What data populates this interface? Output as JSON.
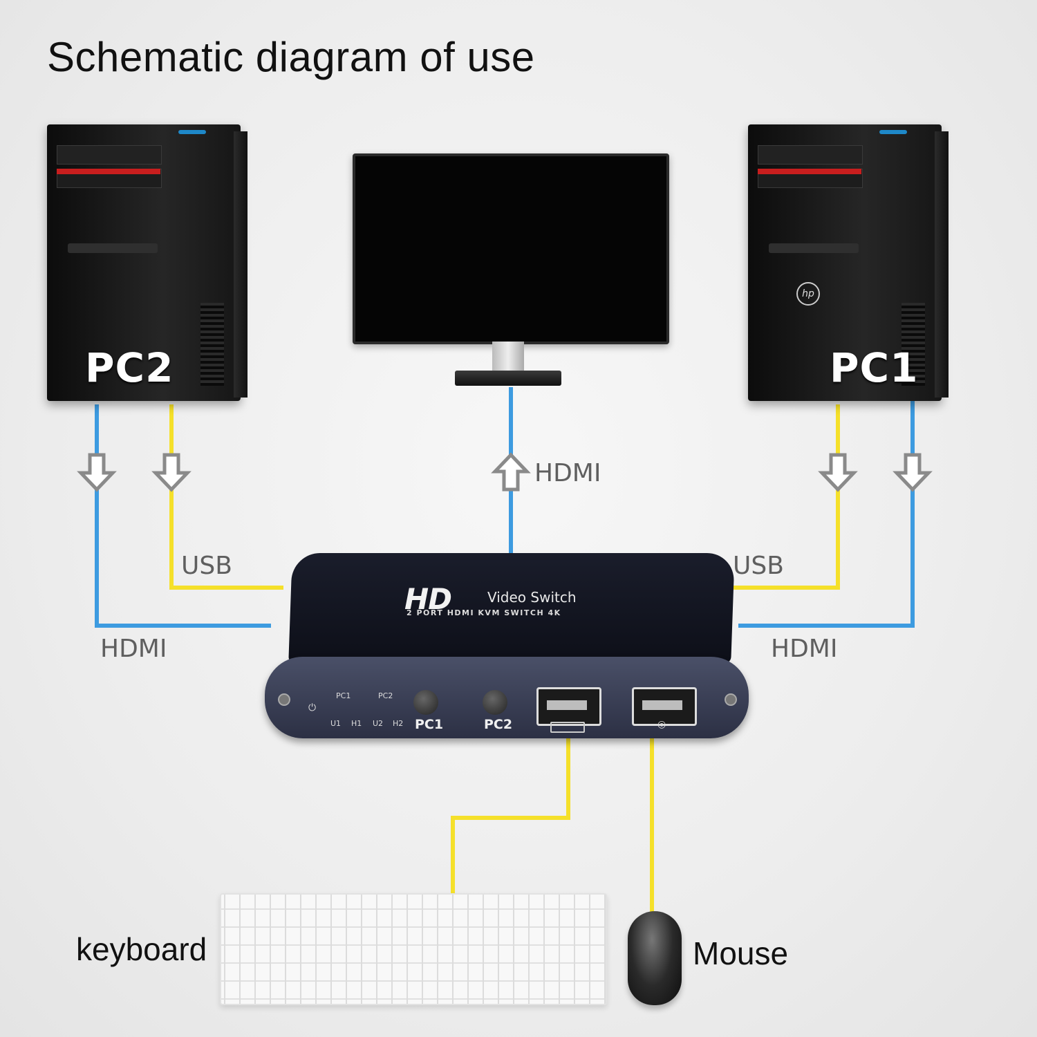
{
  "title": "Schematic diagram of use",
  "pc_left": {
    "badge": "PC2"
  },
  "pc_right": {
    "badge": "PC1",
    "logo": "hp"
  },
  "labels": {
    "hdmi_top": "HDMI",
    "usb_left": "USB",
    "hdmi_left": "HDMI",
    "usb_right": "USB",
    "hdmi_right": "HDMI",
    "keyboard": "keyboard",
    "mouse": "Mouse"
  },
  "kvm": {
    "logo": "HD",
    "name": "Video Switch",
    "model": "2 PORT HDMI KVM SWITCH 4K",
    "led_pc1": "PC1",
    "led_pc2": "PC2",
    "led_u1": "U1",
    "led_h1": "H1",
    "led_u2": "U2",
    "led_h2": "H2",
    "button_pc1": "PC1",
    "button_pc2": "PC2"
  },
  "colors": {
    "hdmi_cable": "#3d9be0",
    "usb_cable": "#f5e02a",
    "arrow_gray": "#8a8a8a"
  }
}
